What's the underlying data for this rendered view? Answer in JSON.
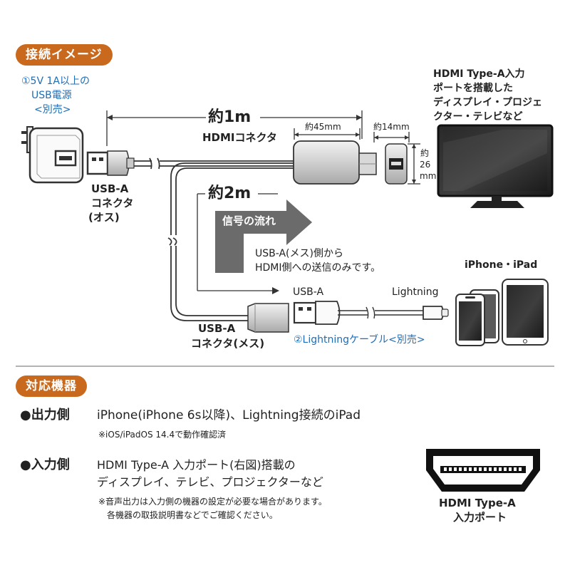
{
  "colors": {
    "accent_orange": "#c8691e",
    "caption_blue": "#1f6db5",
    "arrow_gray": "#6b6b6b",
    "line_gray": "#333333"
  },
  "connection": {
    "heading": "接続イメージ",
    "charger_label": [
      "①5V 1A以上の",
      "USB電源",
      "<別売>"
    ],
    "usb_a_male_label": [
      "USB-A",
      "コネクタ",
      "(オス)"
    ],
    "length_1m": "約1m",
    "hdmi_connector_label": "HDMIコネクタ",
    "dim_45mm": "約45mm",
    "dim_14mm": "約14mm",
    "dim_26mm": [
      "約",
      "26",
      "mm"
    ],
    "display_label": [
      "HDMI Type-A入力",
      "ポートを搭載した",
      "ディスプレイ・プロジェ",
      "クター・テレビなど"
    ],
    "length_2m": "約2m",
    "signal_flow_label": "信号の流れ",
    "signal_note": [
      "USB-A(メス)側から",
      "HDMI側への送信のみです。"
    ],
    "iphone_ipad_label": "iPhone・iPad",
    "usb_a_plug_label": "USB-A",
    "lightning_label": "Lightning",
    "usb_a_female_label": [
      "USB-A",
      "コネクタ(メス)"
    ],
    "lightning_cable_label": "②Lightningケーブル<別売>"
  },
  "compat": {
    "heading": "対応機器",
    "output_title": "●出力側",
    "output_text": "iPhone(iPhone 6s以降)、Lightning接続のiPad",
    "output_note": "※iOS/iPadOS 14.4で動作確認済",
    "input_title": "●入力側",
    "input_text": [
      "HDMI Type-A 入力ポート(右図)搭載の",
      "ディスプレイ、テレビ、プロジェクターなど"
    ],
    "input_note": [
      "※音声出力は入力側の機器の設定が必要な場合があります。",
      "各機器の取扱説明書などでご確認ください。"
    ],
    "port_label": [
      "HDMI Type-A",
      "入力ポート"
    ]
  }
}
